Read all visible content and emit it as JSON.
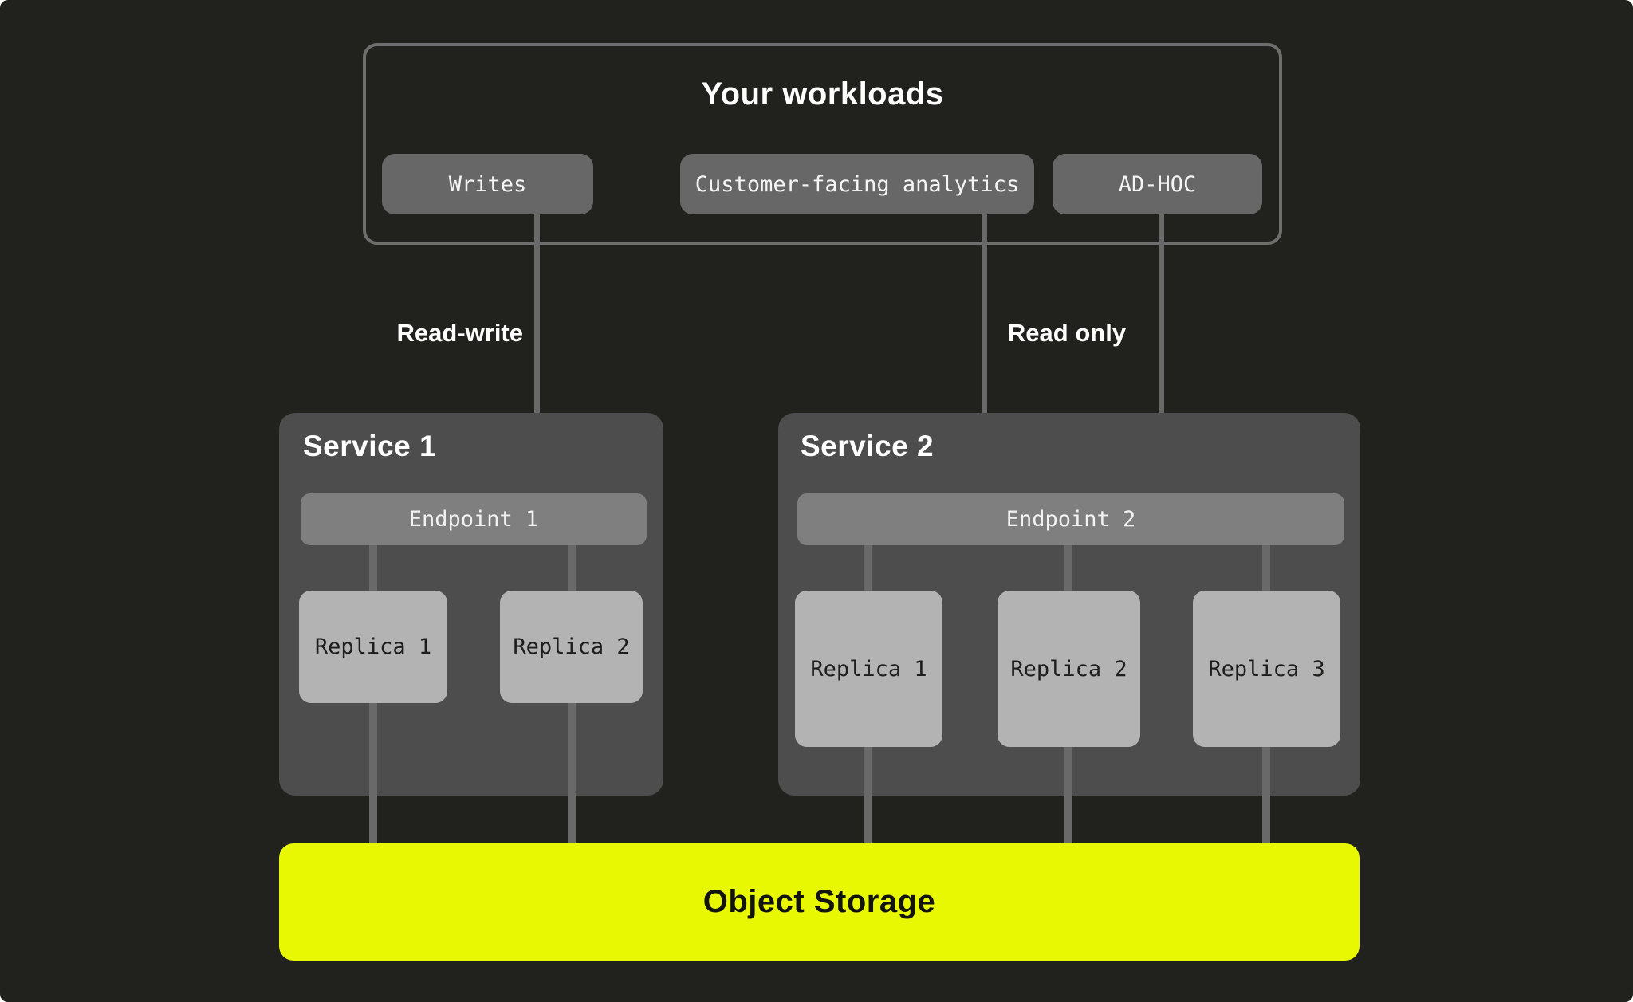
{
  "colors": {
    "background": "#21211D",
    "panel": "#4D4D4D",
    "endpoint_bar": "#7F7F7F",
    "replica_box": "#B3B3B3",
    "workload_button": "#676767",
    "line": "#696969",
    "accent_storage": "#E8F702",
    "text_light": "#FFFFFF",
    "text_dark": "#1D1D1B"
  },
  "workloads": {
    "title": "Your workloads",
    "buttons": [
      {
        "label": "Writes"
      },
      {
        "label": "Customer-facing analytics"
      },
      {
        "label": "AD-HOC"
      }
    ]
  },
  "flow_labels": {
    "read_write": "Read-write",
    "read_only": "Read only"
  },
  "services": [
    {
      "title": "Service 1",
      "endpoint": "Endpoint 1",
      "replicas": [
        "Replica 1",
        "Replica 2"
      ]
    },
    {
      "title": "Service 2",
      "endpoint": "Endpoint 2",
      "replicas": [
        "Replica 1",
        "Replica 2",
        "Replica 3"
      ]
    }
  ],
  "storage": {
    "label": "Object Storage"
  }
}
